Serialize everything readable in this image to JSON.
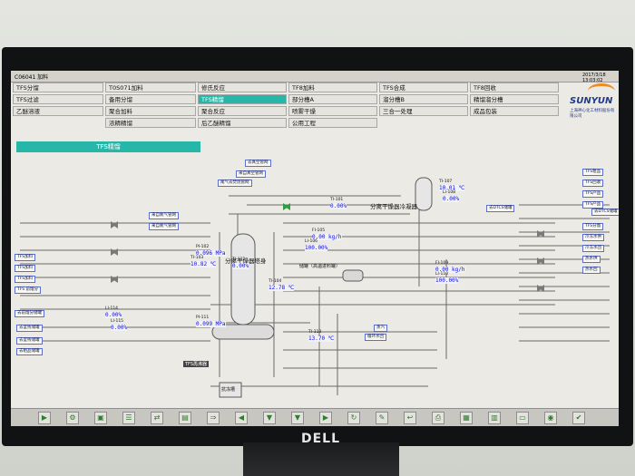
{
  "monitor": {
    "brand": "DELL"
  },
  "window": {
    "title": "C06041 加料",
    "datetime": "2017/3/18 13:03:02"
  },
  "nav_rows": [
    [
      "TFS分馏",
      "T0S071加料",
      "修氏反应",
      "TF8加料",
      "TFS合成",
      "TF8回收"
    ],
    [
      "TFS过滤",
      "备用分馏",
      "TFS精馏",
      "部分槽A",
      "溜分槽B",
      "精馏溜分槽"
    ],
    [
      "乙醚溶液",
      "聚合加料",
      "聚合反应",
      "喷雾干燥",
      "三合一处理",
      "成品包装"
    ],
    [
      "",
      "浓精精馏",
      "后乙醚精馏",
      "公用工程",
      "",
      ""
    ]
  ],
  "nav_selected": "TFS精馏",
  "brand": {
    "name": "SUNYUN",
    "sub": "上海神心化工材料股份有限公司"
  },
  "section_title": "TFS精馏",
  "schematic": {
    "tower_label": "分离干燥器塔身",
    "separator_label": "分离干燥器冷凝器",
    "tank_label": "储罐（高温进料罐）",
    "receiver_label": "抗冻槽",
    "reboiler_label": "TFS再沸器",
    "tags": [
      "去真空管网",
      "来自真空管网",
      "来自氮气管网",
      "来自氮气管网",
      "尾气去焚烧管网",
      "去DTCS储罐",
      "去DTCS储罐",
      "TFS加料",
      "TFS加料",
      "TFS加料",
      "TFS 前馏分",
      "去前馏分储罐",
      "去釜残储罐",
      "去釜残储罐",
      "去粗品储罐",
      "TFS粗品",
      "TFS回收",
      "TFS产品",
      "TFS产品",
      "TFS分馏",
      "冷冻水供",
      "冷冻水回",
      "热水供",
      "热水回",
      "蒸汽",
      "循环水回"
    ],
    "readings": [
      {
        "label": "TI-101",
        "value": "0.00%"
      },
      {
        "label": "PI-102",
        "value": "0.096 MPa"
      },
      {
        "label": "TI-103",
        "value": "10.82 ℃"
      },
      {
        "label": "TI-104",
        "value": "12.78 ℃"
      },
      {
        "label": "FI-105",
        "value": "0.00 kg/h"
      },
      {
        "label": "LI-106",
        "value": "100.00%"
      },
      {
        "label": "TI-107",
        "value": "10.01 ℃"
      },
      {
        "label": "LI-108",
        "value": "0.00%"
      },
      {
        "label": "FI-109",
        "value": "0.00 kg/h"
      },
      {
        "label": "LI-110",
        "value": "100.00%"
      },
      {
        "label": "PI-111",
        "value": "0.099 MPa"
      },
      {
        "label": "TI-112",
        "value": "0.00%"
      },
      {
        "label": "TI-113",
        "value": "13.70 ℃"
      },
      {
        "label": "LI-114",
        "value": "0.00%"
      },
      {
        "label": "LI-115",
        "value": "0.00%"
      }
    ]
  },
  "toolbar_icons": [
    "play-icon",
    "settings-icon",
    "folder-icon",
    "list-icon",
    "shuffle-icon",
    "save-icon",
    "forward-icon",
    "left-icon",
    "down-icon",
    "down-icon",
    "right-icon",
    "refresh-icon",
    "edit-icon",
    "back-icon",
    "print-icon",
    "table-icon",
    "chart-icon",
    "monitor-icon",
    "camera-icon",
    "check-icon"
  ]
}
